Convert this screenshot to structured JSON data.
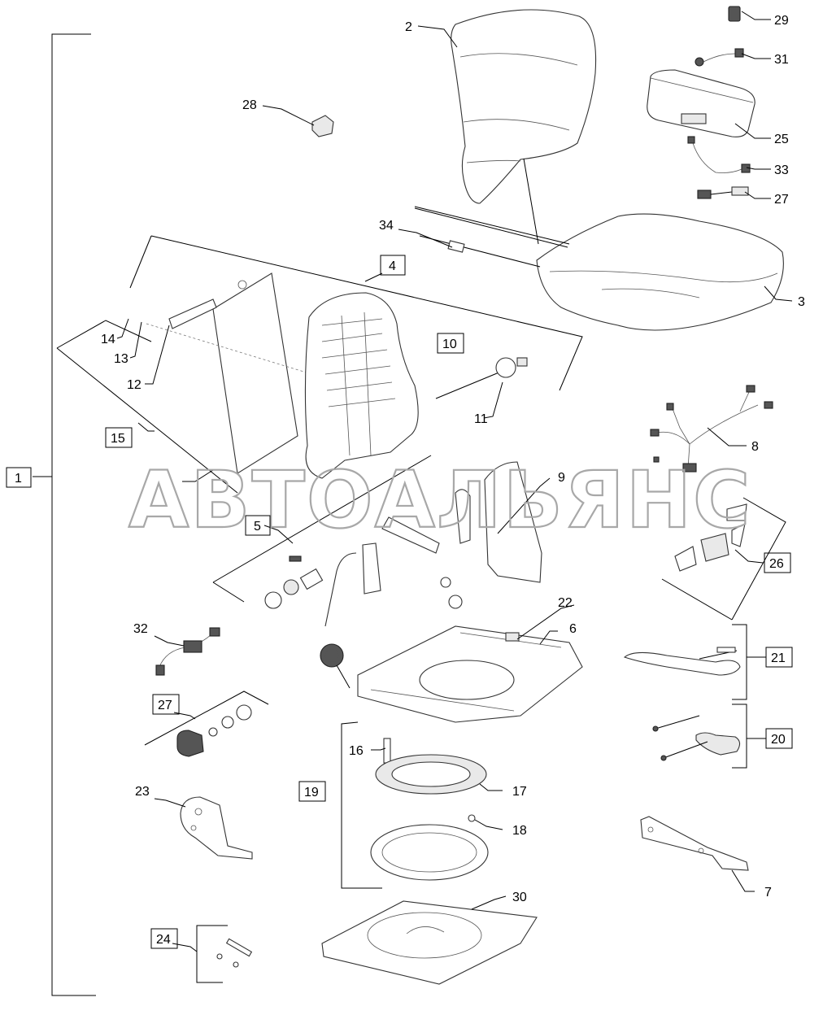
{
  "watermark": "АВТОАЛЬЯНС",
  "callouts": {
    "c2": "2",
    "c3": "3",
    "c6": "6",
    "c7": "7",
    "c8": "8",
    "c9": "9",
    "c11": "11",
    "c12": "12",
    "c13": "13",
    "c14": "14",
    "c16": "16",
    "c17": "17",
    "c18": "18",
    "c22": "22",
    "c23": "23",
    "c25": "25",
    "c27": "27",
    "c28": "28",
    "c29": "29",
    "c30": "30",
    "c31": "31",
    "c32": "32",
    "c33": "33",
    "c34": "34"
  },
  "boxed": {
    "b1": "1",
    "b4": "4",
    "b5": "5",
    "b10": "10",
    "b15": "15",
    "b19": "19",
    "b20": "20",
    "b21": "21",
    "b24": "24",
    "b26": "26",
    "b27": "27"
  }
}
